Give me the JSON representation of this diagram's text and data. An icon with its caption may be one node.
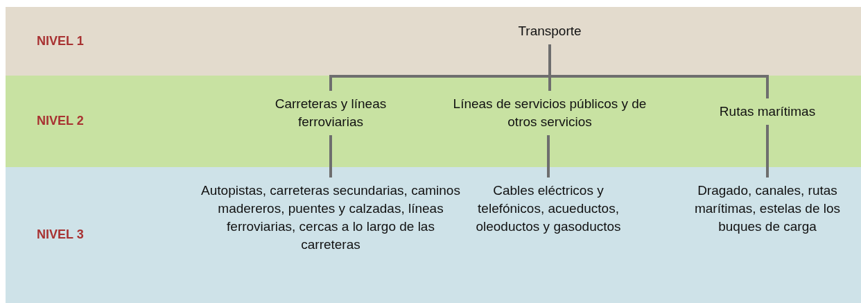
{
  "diagram": {
    "nodes": [
      {
        "text": [
          "NIVEL 1"
        ]
      },
      {
        "text": [
          "NIVEL 2"
        ]
      },
      {
        "text": [
          "NIVEL 3"
        ]
      },
      {
        "text": [
          "Transporte"
        ],
        "in": 0
      },
      {
        "text": [
          "Carreteras y líneas ferroviarias"
        ],
        "in": 1
      },
      {
        "text": [
          "Líneas de servicios públicos y de otros servicios"
        ],
        "in": 1
      },
      {
        "text": [
          "Rutas marítimas"
        ],
        "in": 1
      },
      {
        "text": [
          "Autopistas, carreteras secundarias, caminos madereros, puentes y calzadas, líneas ferroviarias, cercas a lo largo de las carreteras"
        ],
        "in": 2
      },
      {
        "text": [
          "Cables eléctricos y telefónicos, acueductos, oleoductos y gasoductos"
        ],
        "in": 2
      },
      {
        "text": [
          "Dragado, canales, rutas marítimas, estelas de los buques de carga"
        ],
        "in": 2
      }
    ],
    "edges": [
      {
        "from": 3,
        "to": 4,
        "arrow": "none"
      },
      {
        "from": 3,
        "to": 5,
        "arrow": "none"
      },
      {
        "from": 3,
        "to": 6,
        "arrow": "none"
      },
      {
        "from": 4,
        "to": 7,
        "arrow": "none"
      },
      {
        "from": 5,
        "to": 8,
        "arrow": "none"
      },
      {
        "from": 6,
        "to": 9,
        "arrow": "none"
      }
    ]
  }
}
